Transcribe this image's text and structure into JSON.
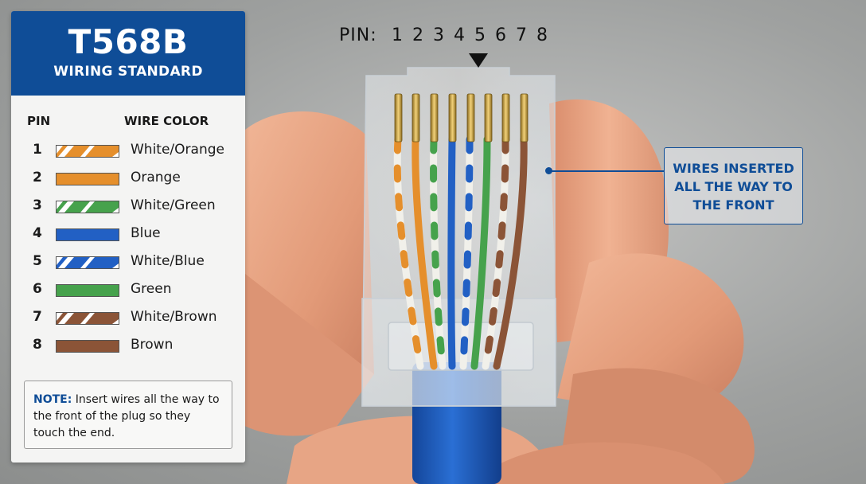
{
  "legend": {
    "title": "T568B",
    "subtitle": "WIRING STANDARD",
    "col_pin": "PIN",
    "col_wire": "WIRE COLOR",
    "rows": [
      {
        "pin": "1",
        "label": "White/Orange",
        "color": "#e58f2c",
        "striped": true
      },
      {
        "pin": "2",
        "label": "Orange",
        "color": "#e58f2c",
        "striped": false
      },
      {
        "pin": "3",
        "label": "White/Green",
        "color": "#46a24c",
        "striped": true
      },
      {
        "pin": "4",
        "label": "Blue",
        "color": "#2260c4",
        "striped": false
      },
      {
        "pin": "5",
        "label": "White/Blue",
        "color": "#2260c4",
        "striped": true
      },
      {
        "pin": "6",
        "label": "Green",
        "color": "#46a24c",
        "striped": false
      },
      {
        "pin": "7",
        "label": "White/Brown",
        "color": "#8b5437",
        "striped": true
      },
      {
        "pin": "8",
        "label": "Brown",
        "color": "#8b5437",
        "striped": false
      }
    ],
    "note_label": "NOTE:",
    "note_text": " Insert wires all the way to the front of the plug so they touch the end."
  },
  "pin_header": {
    "label": "PIN:",
    "numbers": [
      "1",
      "2",
      "3",
      "4",
      "5",
      "6",
      "7",
      "8"
    ]
  },
  "callout": {
    "line1": "WIRES INSERTED",
    "line2": "ALL THE WAY TO",
    "line3": "THE FRONT"
  },
  "colors": {
    "brand_blue": "#0f4d97",
    "cable_blue": "#1e5fc0"
  }
}
